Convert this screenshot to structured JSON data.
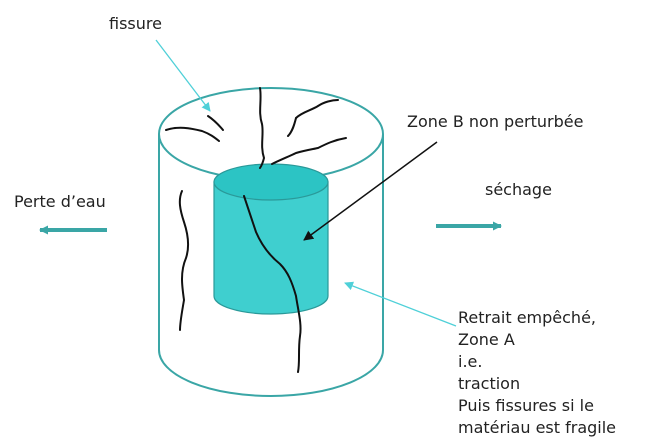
{
  "labels": {
    "fissure": "fissure",
    "zone_b": "Zone B non perturbée",
    "perte_eau": "Perte d’eau",
    "sechage": "séchage"
  },
  "retrait_lines": [
    "Retrait empêché,",
    "Zone A",
    "i.e.",
    "traction",
    "Puis fissures si le",
    "matériau est fragile"
  ],
  "colors": {
    "outline": "#3aa6a6",
    "core_fill": "#3fcfcf",
    "core_top": "#2cc4c4",
    "arrow_teal": "#3aa6a6",
    "pointer_light": "#4fd0d8",
    "crack": "#111111",
    "text": "#222222"
  }
}
